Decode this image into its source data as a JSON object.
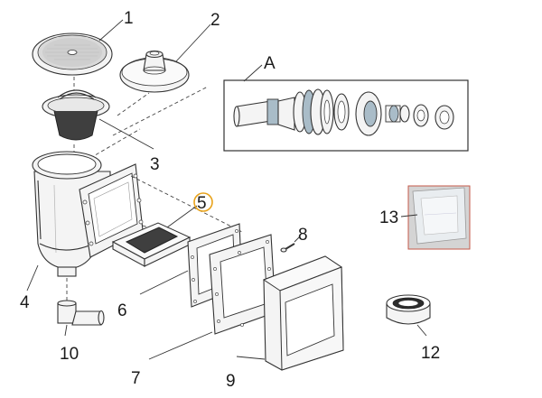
{
  "callouts": {
    "c1": "1",
    "c2": "2",
    "cA": "A",
    "c3": "3",
    "c4": "4",
    "c5": "5",
    "c6": "6",
    "c7": "7",
    "c8": "8",
    "c9": "9",
    "c10": "10",
    "c12": "12",
    "c13": "13"
  },
  "colors": {
    "highlight_ring": "#e8a21a",
    "filter_pad": "#3a3a3a",
    "gasket_blue": "#a9bcc8",
    "photo_frame": "#c45a4a"
  }
}
